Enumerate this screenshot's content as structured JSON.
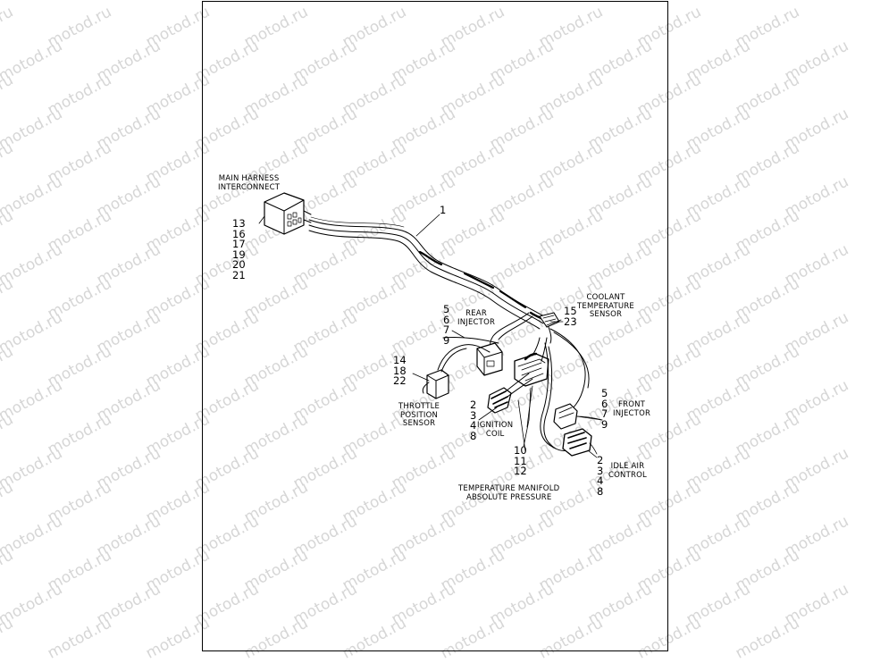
{
  "watermark": {
    "text": "motod.ru"
  },
  "labels": {
    "main_harness": [
      "MAIN HARNESS",
      "INTERCONNECT"
    ],
    "coolant": [
      "COOLANT",
      "TEMPERATURE",
      "SENSOR"
    ],
    "rear_injector": [
      "REAR",
      "INJECTOR"
    ],
    "front_injector": [
      "FRONT",
      "INJECTOR"
    ],
    "throttle": [
      "THROTTLE",
      "POSITION",
      "SENSOR"
    ],
    "ignition": [
      "IGNITION",
      "COIL"
    ],
    "idle_air": [
      "IDLE AIR",
      "CONTROL"
    ],
    "tmap": [
      "TEMPERATURE MANIFOLD",
      "ABSOLUTE PRESSURE"
    ]
  },
  "callouts": {
    "main_harness": [
      "13",
      "16",
      "17",
      "19",
      "20",
      "21"
    ],
    "harness": [
      "1"
    ],
    "rear_injector": [
      "5",
      "6",
      "7",
      "9"
    ],
    "coolant": [
      "15",
      "23"
    ],
    "throttle": [
      "14",
      "18",
      "22"
    ],
    "ignition": [
      "2",
      "3",
      "4",
      "8"
    ],
    "tmap": [
      "10",
      "11",
      "12"
    ],
    "front_injector": [
      "5",
      "6",
      "7",
      "9"
    ],
    "idle_air": [
      "2",
      "3",
      "4",
      "8"
    ]
  }
}
